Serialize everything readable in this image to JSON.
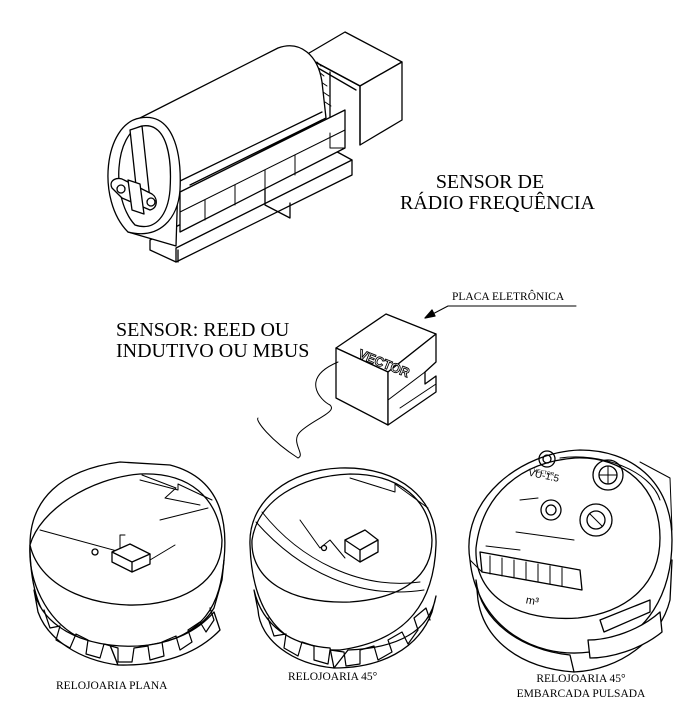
{
  "labels": {
    "radio_sensor_line1": "SENSOR DE",
    "radio_sensor_line2": "RÁDIO FREQUÊNCIA",
    "electronic_board": "PLACA ELETRÔNICA",
    "sensor_type_line1": "SENSOR: REED OU",
    "sensor_type_line2": "INDUTIVO OU MBUS",
    "board_brand": "VECTOR",
    "flat_register": "RELOJOARIA PLANA",
    "register_45": "RELOJOARIA 45°",
    "embedded_line1": "RELOJOARIA 45°",
    "embedded_line2": "EMBARCADA PULSADA"
  },
  "meter_face": {
    "brand": "VECTOR",
    "model": "VU-1.5",
    "unit": "m³"
  }
}
